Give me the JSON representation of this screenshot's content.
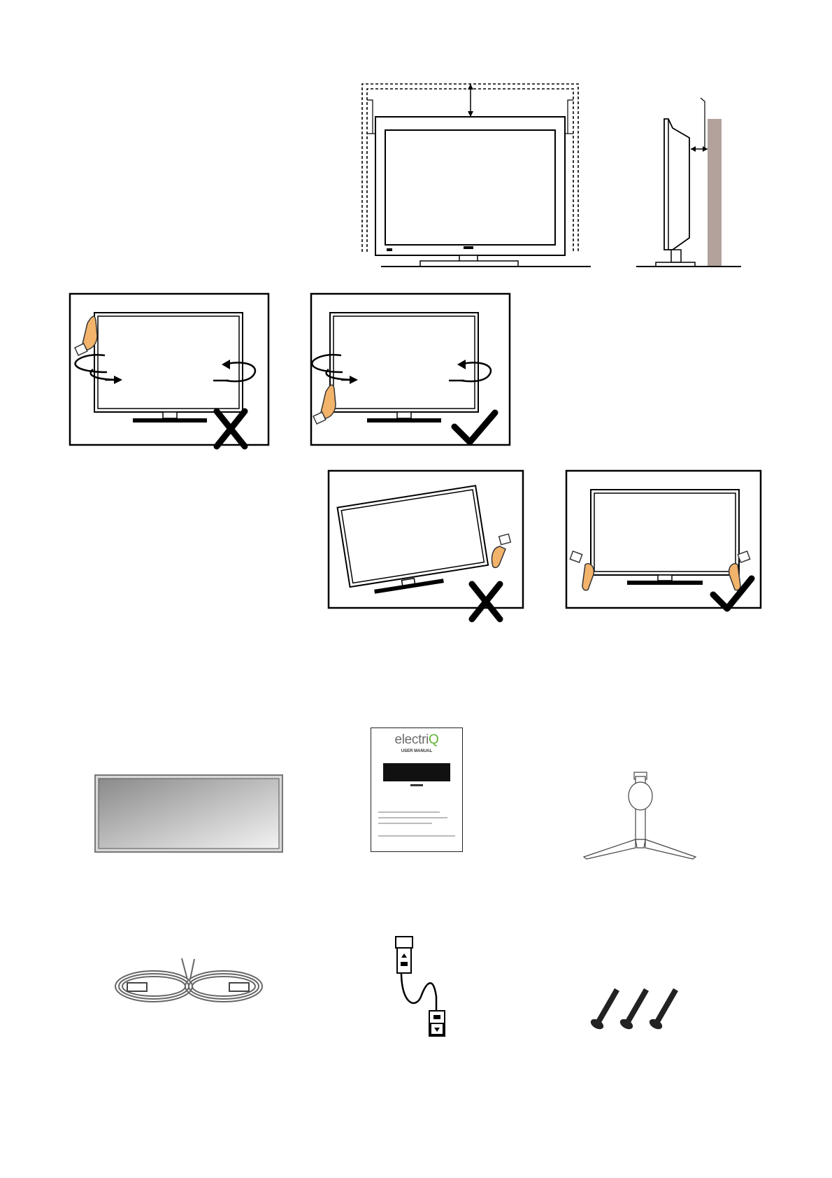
{
  "manual_cover": {
    "brand": "electriQ",
    "brand_prefix": "electri",
    "brand_suffix": "Q",
    "title": "USER MANUAL"
  },
  "colors": {
    "wall": "#b2a29b",
    "hand_skin": "#f2b36b",
    "hand_outline": "#333333",
    "brand_grey": "#6b6b6b",
    "brand_green": "#5fb233",
    "line": "#000000"
  },
  "icons": {
    "incorrect": "cross-mark-icon",
    "correct": "check-mark-icon"
  }
}
